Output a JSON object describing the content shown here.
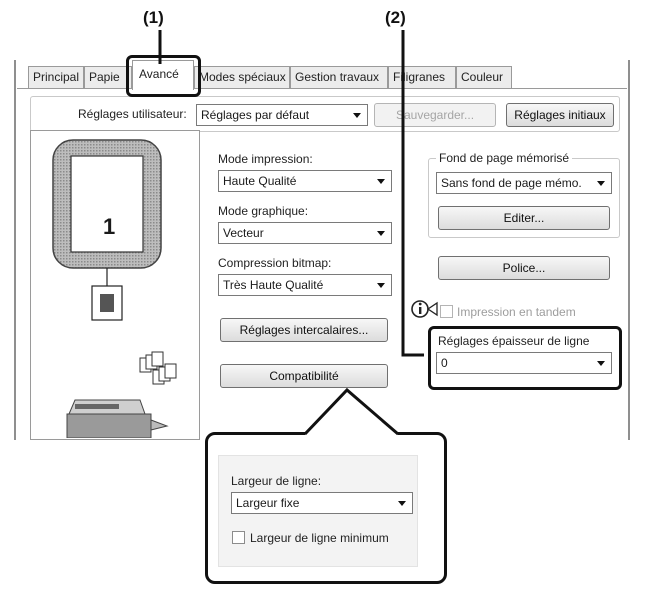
{
  "callouts": {
    "one": "(1)",
    "two": "(2)"
  },
  "tabs": [
    "Principal",
    "Papie",
    "Avancé",
    "Modes spéciaux",
    "Gestion travaux",
    "Filigranes",
    "Couleur"
  ],
  "user_settings": {
    "label": "Réglages utilisateur:",
    "value": "Réglages par défaut",
    "save_label": "Sauvegarder...",
    "initial_label": "Réglages initiaux"
  },
  "preview": {
    "page_number": "1"
  },
  "print_mode": {
    "label": "Mode impression:",
    "value": "Haute Qualité"
  },
  "graphic_mode": {
    "label": "Mode graphique:",
    "value": "Vecteur"
  },
  "bitmap": {
    "label": "Compression bitmap:",
    "value": "Très Haute Qualité"
  },
  "insert_settings_label": "Réglages intercalaires...",
  "compatibility_label": "Compatibilité",
  "overlay": {
    "group_label": "Fond de page mémorisé",
    "value": "Sans fond de page mémo.",
    "edit_label": "Editer..."
  },
  "font_button_label": "Police...",
  "tandem_label": "Impression en tandem",
  "line_thickness": {
    "label": "Réglages épaisseur de ligne",
    "value": "0"
  },
  "popup": {
    "width_label": "Largeur de ligne:",
    "width_value": "Largeur fixe",
    "min_label": "Largeur de ligne minimum"
  }
}
